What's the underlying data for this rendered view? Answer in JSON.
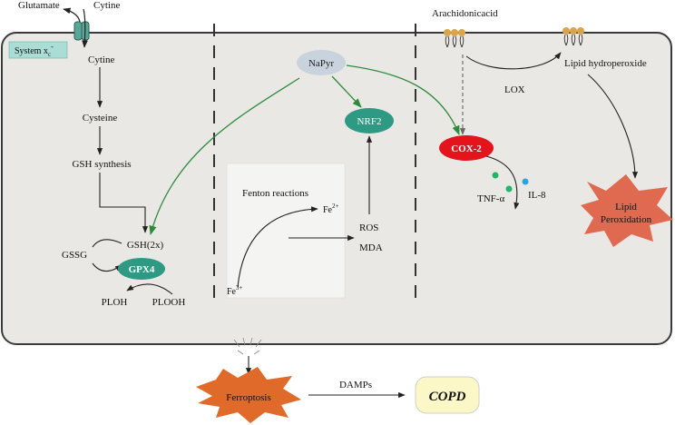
{
  "colors": {
    "cell_fill": "#e9e8e4",
    "cell_stroke": "#3a3a3a",
    "teal": "#2f9a84",
    "red": "#e3141b",
    "star": "#e06a50",
    "ferro": "#e06a2a",
    "napyr": "#c9d3dd",
    "green_arrow": "#2e8b3e",
    "box_fill": "#f4f4f2",
    "lipid_head": "#d9a44a",
    "copd_fill": "#fbf7c6",
    "dot_green": "#22b566",
    "dot_blue": "#2aa4e0"
  },
  "labels": {
    "glutamate": "Glutamate",
    "cytine_top": "Cytine",
    "system_xc": "System x",
    "system_xc_sub": "c",
    "system_xc_sup": "-",
    "cytine": "Cytine",
    "cysteine": "Cysteine",
    "gsh_synthesis": "GSH synthesis",
    "gssg": "GSSG",
    "gsh2x": "GSH(2x)",
    "gpx4": "GPX4",
    "ploh": "PLOH",
    "plooh": "PLOOH",
    "napyr": "NaPyr",
    "nrf2": "NRF2",
    "fenton": "Fenton reactions",
    "fe2": "Fe",
    "fe2_sup": "2+",
    "fe3": "Fe",
    "fe3_sup": "3+",
    "ros": "ROS",
    "mda": "MDA",
    "arachidonic": "Arachidonicacid",
    "lipid_hydroperoxide": "Lipid hydroperoxide",
    "lox": "LOX",
    "cox2": "COX-2",
    "tnfa": "TNF-α",
    "il8": "IL-8",
    "lipid_peroxidation_1": "Lipid",
    "lipid_peroxidation_2": "Peroxidation",
    "ferroptosis": "Ferroptosis",
    "damps": "DAMPs",
    "copd": "COPD"
  }
}
